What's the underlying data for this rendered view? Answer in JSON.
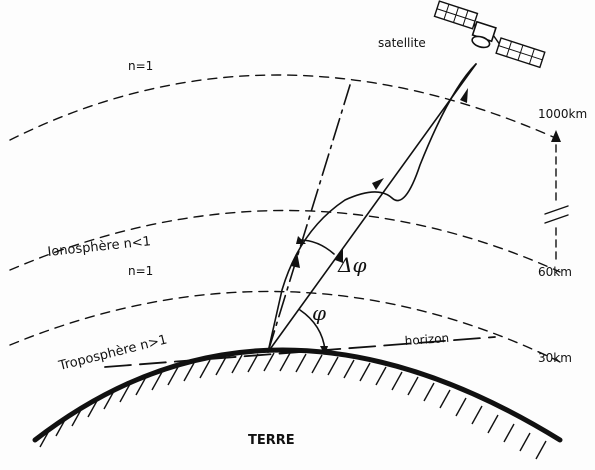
{
  "satellite": {
    "label": "satellite"
  },
  "layers": [
    {
      "id": "outer",
      "label": "n=1"
    },
    {
      "id": "ionosphere",
      "label": "Ionosphère  n<1"
    },
    {
      "id": "mid",
      "label": "n=1"
    },
    {
      "id": "troposphere",
      "label": "Troposphère  n>1"
    }
  ],
  "altitudes": {
    "top": "1000km",
    "middle": "60km",
    "bottom": "30km"
  },
  "angles": {
    "elevation": "φ",
    "delta": "Δφ"
  },
  "horizon": {
    "label": "horizon"
  },
  "ground": {
    "label": "TERRE"
  },
  "icons": {
    "satellite": "satellite-icon",
    "arrow": "arrow-head-icon",
    "break": "axis-break-icon"
  }
}
